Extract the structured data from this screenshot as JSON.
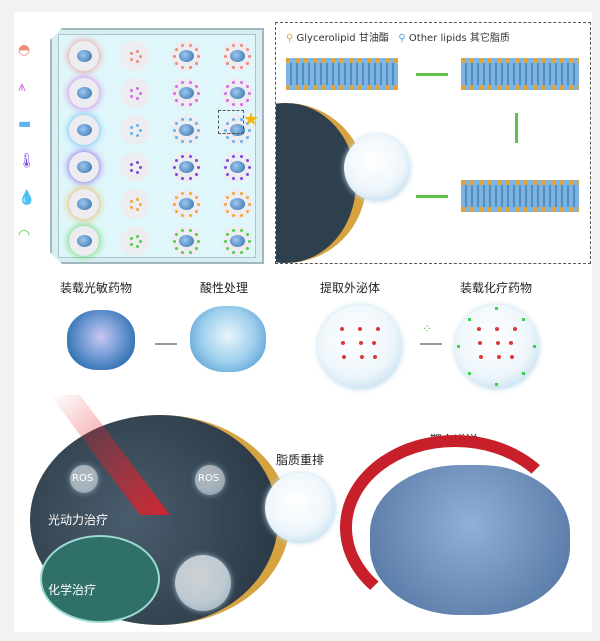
{
  "legend": {
    "glycerolipid": "Glycerolipid 甘油酯",
    "other_lipids": "Other lipids 其它脂质"
  },
  "plate": {
    "side_icons": [
      "petri-dish-icon",
      "microneedle-icon",
      "spectrum-bar-icon",
      "thermometer-icon",
      "water-drop-icon",
      "gauge-icon"
    ],
    "row_colors": [
      "#f08a7a",
      "#d66be6",
      "#5db4ee",
      "#7a48e0",
      "#f0a93a",
      "#4fd14a"
    ]
  },
  "steps": {
    "load_photosensitizer": "装载光敏药物",
    "acid_treatment": "酸性处理",
    "extract_exosome": "提取外泌体",
    "load_chemo": "装载化疗药物"
  },
  "bottom": {
    "ros_1": "ROS",
    "ros_2": "ROS",
    "photodynamic": "光动力治疗",
    "chemotherapy": "化学治疗",
    "lipid_rearrangement": "脂质重排",
    "targeted_delivery": "靶向递送"
  }
}
